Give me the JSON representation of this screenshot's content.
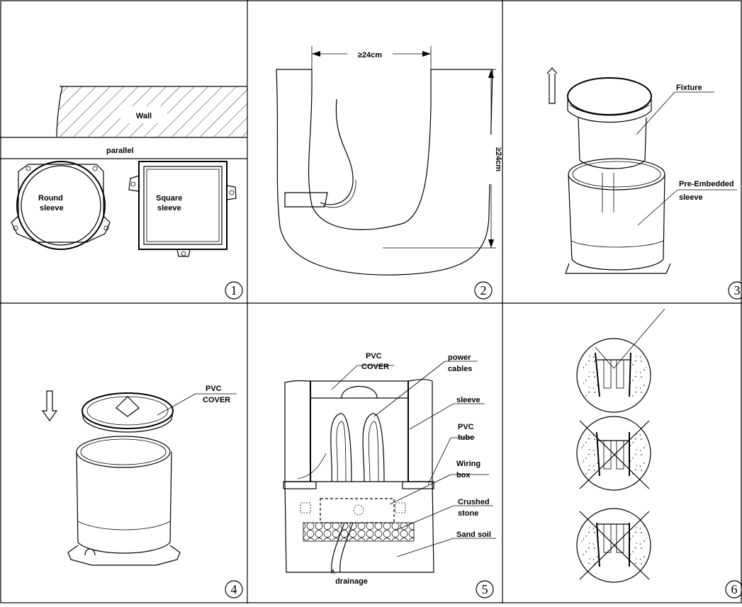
{
  "panel1": {
    "wall_label": "Wall",
    "parallel_label": "parallel",
    "round_label_1": "Round",
    "round_label_2": "sleeve",
    "square_label_1": "Square",
    "square_label_2": "sleeve",
    "number": "1"
  },
  "panel2": {
    "width_label": "≥24cm",
    "depth_label": "≥24cm",
    "number": "2"
  },
  "panel3": {
    "fixture_label": "Fixture",
    "sleeve_label_1": "Pre-Embedded",
    "sleeve_label_2": "sleeve",
    "number": "3"
  },
  "panel4": {
    "cover_label_1": "PVC",
    "cover_label_2": "COVER",
    "number": "4"
  },
  "panel5": {
    "cover_label_1": "PVC",
    "cover_label_2": "COVER",
    "power_label_1": "power",
    "power_label_2": "cables",
    "sleeve_label": "sleeve",
    "tube_label_1": "PVC",
    "tube_label_2": "tube",
    "wiring_label_1": "Wiring",
    "wiring_label_2": "box",
    "stone_label_1": "Crushed",
    "stone_label_2": "stone",
    "soil_label": "Sand soil",
    "drainage_label": "drainage",
    "number": "5"
  },
  "panel6": {
    "number": "6"
  }
}
